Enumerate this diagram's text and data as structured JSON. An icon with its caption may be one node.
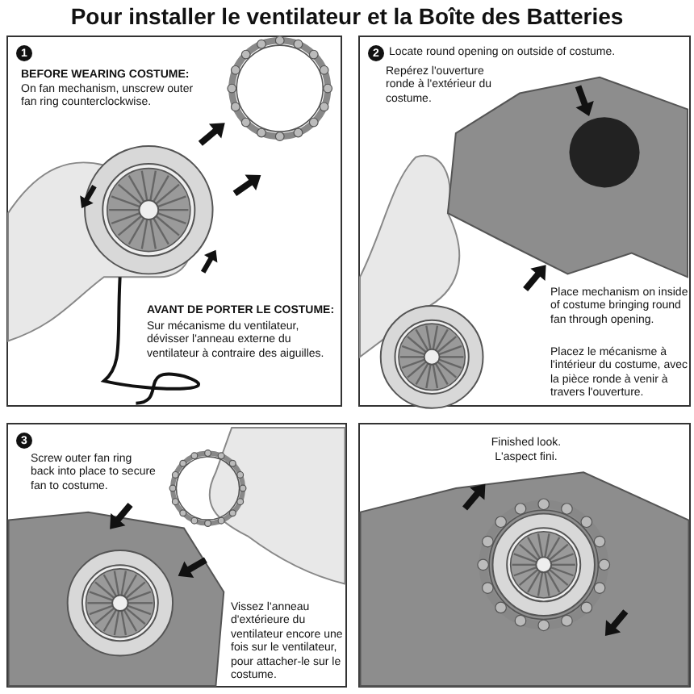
{
  "diagram": {
    "title": "Pour installer le ventilateur et la Boîte des Batteries",
    "nodes": [
      {
        "text": [
          "1",
          "BEFORE WEARING COSTUME:",
          "On fan mechanism, unscrew outer fan ring counterclockwise.",
          "AVANT DE PORTER LE COSTUME:",
          "Sur mécanisme du ventilateur, dévisser l'anneau externe du ventilateur à contraire des aiguilles."
        ]
      },
      {
        "text": [
          "2",
          "Locate round opening on outside of costume.",
          "Repérez l'ouverture ronde à l'extérieur du costume.",
          "Place mechanism on inside of costume bringing round fan through opening.",
          "Placez le mécanisme à l'intérieur du costume, avec la pièce ronde à venir à travers l'ouverture."
        ]
      },
      {
        "text": [
          "3",
          "Screw outer fan ring back into place to secure fan to costume.",
          "Vissez l'anneau d'extérieure du ventilateur encore une fois sur le ventilateur, pour attacher-le sur le costume."
        ]
      },
      {
        "text": [
          "Finished look.",
          "L'aspect fini."
        ]
      }
    ]
  }
}
